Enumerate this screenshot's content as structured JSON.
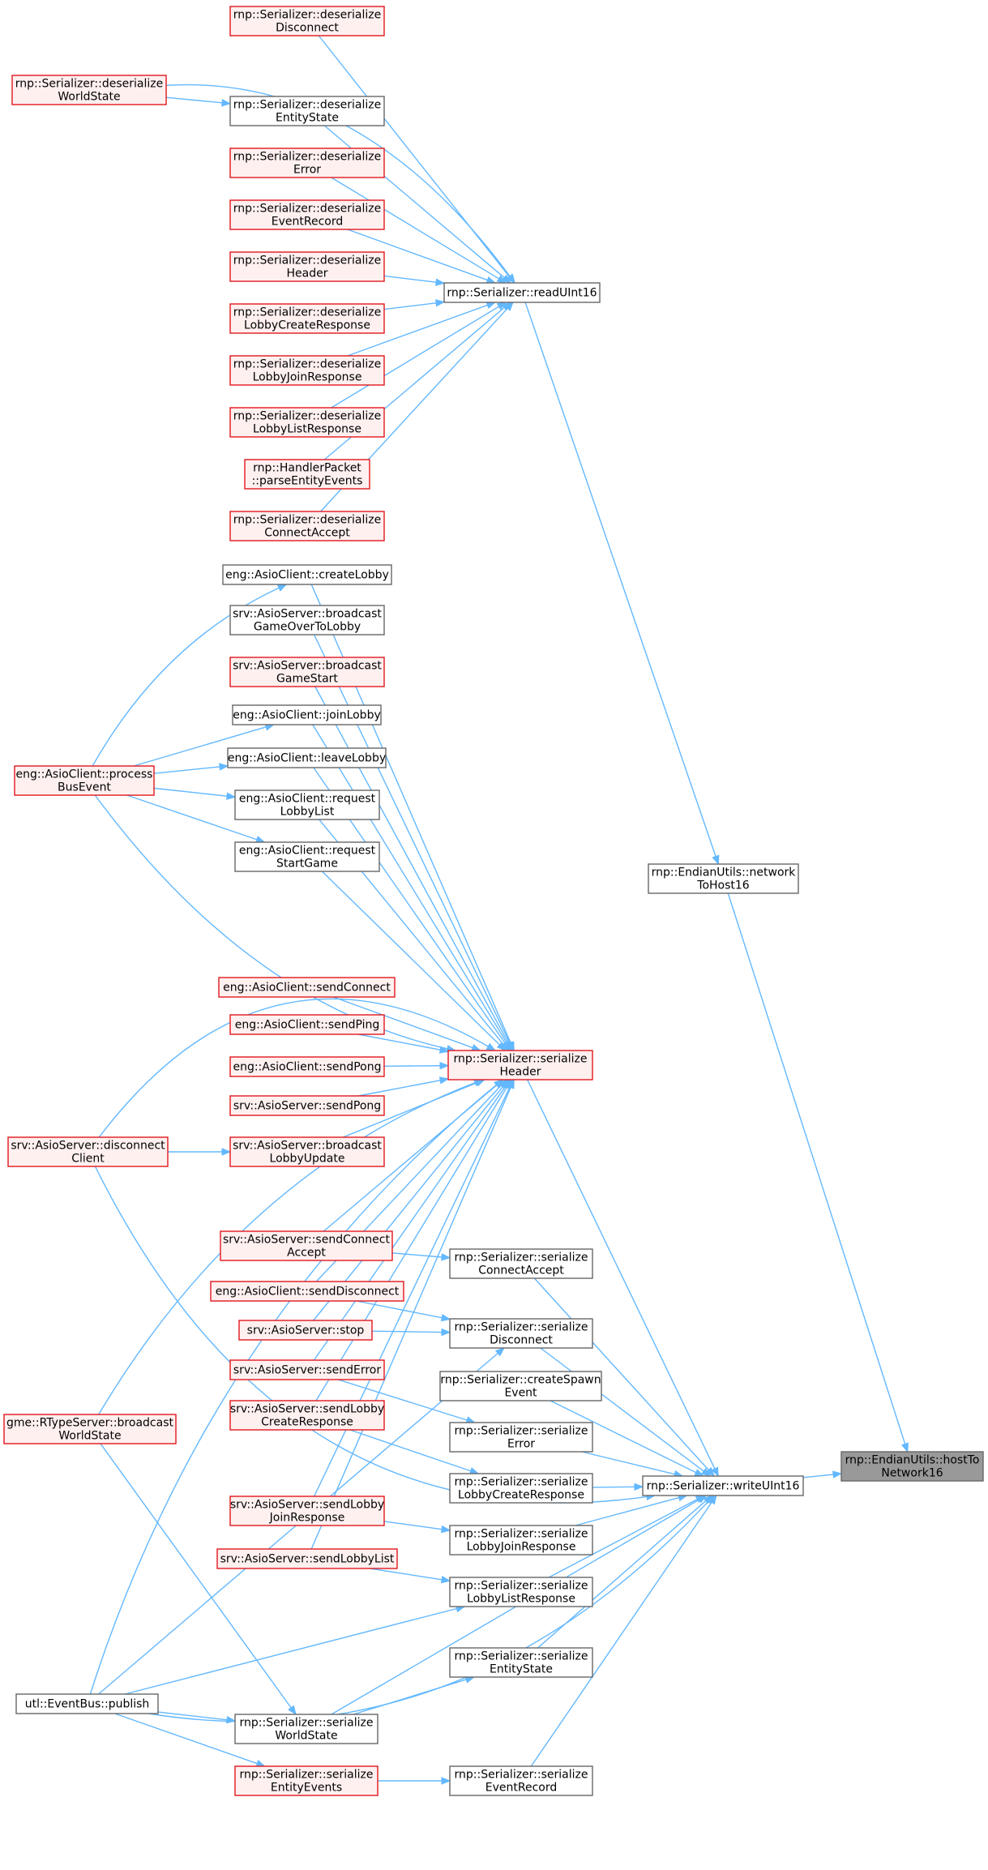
{
  "colors": {
    "edge": "#63b8ff",
    "node_red_border": "#e0181c",
    "node_red_fill": "#fff0f0",
    "node_plain_border": "#666666",
    "node_focus_fill": "#999999"
  },
  "nodes": [
    {
      "id": "host_to_network16",
      "lines": [
        "rnp::EndianUtils::hostTo",
        "Network16"
      ],
      "style": "focus"
    },
    {
      "id": "write_uint16",
      "lines": [
        "rnp::Serializer::writeUInt16"
      ],
      "style": "plain"
    },
    {
      "id": "network_to_host16",
      "lines": [
        "rnp::EndianUtils::network",
        "ToHost16"
      ],
      "style": "plain"
    },
    {
      "id": "read_uint16",
      "lines": [
        "rnp::Serializer::readUInt16"
      ],
      "style": "plain"
    },
    {
      "id": "serialize_header",
      "lines": [
        "rnp::Serializer::serialize",
        "Header"
      ],
      "style": "red"
    },
    {
      "id": "deser_disconnect",
      "lines": [
        "rnp::Serializer::deserialize",
        "Disconnect"
      ],
      "style": "red"
    },
    {
      "id": "deser_worldstate",
      "lines": [
        "rnp::Serializer::deserialize",
        "WorldState"
      ],
      "style": "red"
    },
    {
      "id": "deser_entitystate",
      "lines": [
        "rnp::Serializer::deserialize",
        "EntityState"
      ],
      "style": "plain"
    },
    {
      "id": "deser_error",
      "lines": [
        "rnp::Serializer::deserialize",
        "Error"
      ],
      "style": "red"
    },
    {
      "id": "deser_eventrecord",
      "lines": [
        "rnp::Serializer::deserialize",
        "EventRecord"
      ],
      "style": "red"
    },
    {
      "id": "deser_header",
      "lines": [
        "rnp::Serializer::deserialize",
        "Header"
      ],
      "style": "red"
    },
    {
      "id": "deser_lobbycreate",
      "lines": [
        "rnp::Serializer::deserialize",
        "LobbyCreateResponse"
      ],
      "style": "red"
    },
    {
      "id": "deser_lobbyjoin",
      "lines": [
        "rnp::Serializer::deserialize",
        "LobbyJoinResponse"
      ],
      "style": "red"
    },
    {
      "id": "deser_lobbylist",
      "lines": [
        "rnp::Serializer::deserialize",
        "LobbyListResponse"
      ],
      "style": "red"
    },
    {
      "id": "parse_entity_events",
      "lines": [
        "rnp::HandlerPacket",
        "::parseEntityEvents"
      ],
      "style": "red"
    },
    {
      "id": "deser_connectaccept",
      "lines": [
        "rnp::Serializer::deserialize",
        "ConnectAccept"
      ],
      "style": "red"
    },
    {
      "id": "create_lobby",
      "lines": [
        "eng::AsioClient::createLobby"
      ],
      "style": "plain"
    },
    {
      "id": "bc_gameover",
      "lines": [
        "srv::AsioServer::broadcast",
        "GameOverToLobby"
      ],
      "style": "plain"
    },
    {
      "id": "bc_gamestart",
      "lines": [
        "srv::AsioServer::broadcast",
        "GameStart"
      ],
      "style": "red"
    },
    {
      "id": "join_lobby",
      "lines": [
        "eng::AsioClient::joinLobby"
      ],
      "style": "plain"
    },
    {
      "id": "leave_lobby",
      "lines": [
        "eng::AsioClient::leaveLobby"
      ],
      "style": "plain"
    },
    {
      "id": "process_bus_event",
      "lines": [
        "eng::AsioClient::process",
        "BusEvent"
      ],
      "style": "red"
    },
    {
      "id": "req_lobbylist",
      "lines": [
        "eng::AsioClient::request",
        "LobbyList"
      ],
      "style": "plain"
    },
    {
      "id": "req_startgame",
      "lines": [
        "eng::AsioClient::request",
        "StartGame"
      ],
      "style": "plain"
    },
    {
      "id": "send_connect",
      "lines": [
        "eng::AsioClient::sendConnect"
      ],
      "style": "red"
    },
    {
      "id": "send_ping",
      "lines": [
        "eng::AsioClient::sendPing"
      ],
      "style": "red"
    },
    {
      "id": "cl_send_pong",
      "lines": [
        "eng::AsioClient::sendPong"
      ],
      "style": "red"
    },
    {
      "id": "sv_send_pong",
      "lines": [
        "srv::AsioServer::sendPong"
      ],
      "style": "red"
    },
    {
      "id": "disconnect_client",
      "lines": [
        "srv::AsioServer::disconnect",
        "Client"
      ],
      "style": "red"
    },
    {
      "id": "bc_lobbyupdate",
      "lines": [
        "srv::AsioServer::broadcast",
        "LobbyUpdate"
      ],
      "style": "red"
    },
    {
      "id": "send_connect_accept",
      "lines": [
        "srv::AsioServer::sendConnect",
        "Accept"
      ],
      "style": "red"
    },
    {
      "id": "send_disconnect",
      "lines": [
        "eng::AsioClient::sendDisconnect"
      ],
      "style": "red"
    },
    {
      "id": "sv_stop",
      "lines": [
        "srv::AsioServer::stop"
      ],
      "style": "red"
    },
    {
      "id": "send_error",
      "lines": [
        "srv::AsioServer::sendError"
      ],
      "style": "red"
    },
    {
      "id": "send_lobby_create",
      "lines": [
        "srv::AsioServer::sendLobby",
        "CreateResponse"
      ],
      "style": "red"
    },
    {
      "id": "gme_bc_worldstate",
      "lines": [
        "gme::RTypeServer::broadcast",
        "WorldState"
      ],
      "style": "red"
    },
    {
      "id": "send_lobby_join",
      "lines": [
        "srv::AsioServer::sendLobby",
        "JoinResponse"
      ],
      "style": "red"
    },
    {
      "id": "send_lobby_list",
      "lines": [
        "srv::AsioServer::sendLobbyList"
      ],
      "style": "red"
    },
    {
      "id": "ser_connectaccept",
      "lines": [
        "rnp::Serializer::serialize",
        "ConnectAccept"
      ],
      "style": "plain"
    },
    {
      "id": "ser_disconnect",
      "lines": [
        "rnp::Serializer::serialize",
        "Disconnect"
      ],
      "style": "plain"
    },
    {
      "id": "create_spawn_event",
      "lines": [
        "rnp::Serializer::createSpawn",
        "Event"
      ],
      "style": "plain"
    },
    {
      "id": "ser_error",
      "lines": [
        "rnp::Serializer::serialize",
        "Error"
      ],
      "style": "plain"
    },
    {
      "id": "ser_lobbycreate",
      "lines": [
        "rnp::Serializer::serialize",
        "LobbyCreateResponse"
      ],
      "style": "plain"
    },
    {
      "id": "ser_lobbyjoin",
      "lines": [
        "rnp::Serializer::serialize",
        "LobbyJoinResponse"
      ],
      "style": "plain"
    },
    {
      "id": "ser_lobbylist",
      "lines": [
        "rnp::Serializer::serialize",
        "LobbyListResponse"
      ],
      "style": "plain"
    },
    {
      "id": "ser_entitystate",
      "lines": [
        "rnp::Serializer::serialize",
        "EntityState"
      ],
      "style": "plain"
    },
    {
      "id": "utl_publish",
      "lines": [
        "utl::EventBus::publish"
      ],
      "style": "plain"
    },
    {
      "id": "ser_worldstate",
      "lines": [
        "rnp::Serializer::serialize",
        "WorldState"
      ],
      "style": "plain"
    },
    {
      "id": "ser_entityevents",
      "lines": [
        "rnp::Serializer::serialize",
        "EntityEvents"
      ],
      "style": "red"
    },
    {
      "id": "ser_eventrecord",
      "lines": [
        "rnp::Serializer::serialize",
        "EventRecord"
      ],
      "style": "plain"
    }
  ],
  "edges": [
    [
      "write_uint16",
      "host_to_network16"
    ],
    [
      "network_to_host16",
      "host_to_network16"
    ],
    [
      "read_uint16",
      "network_to_host16"
    ],
    [
      "deser_disconnect",
      "read_uint16"
    ],
    [
      "deser_worldstate",
      "read_uint16"
    ],
    [
      "deser_worldstate",
      "deser_entitystate"
    ],
    [
      "deser_entitystate",
      "read_uint16"
    ],
    [
      "deser_error",
      "read_uint16"
    ],
    [
      "deser_eventrecord",
      "read_uint16"
    ],
    [
      "deser_header",
      "read_uint16"
    ],
    [
      "deser_lobbycreate",
      "read_uint16"
    ],
    [
      "deser_lobbyjoin",
      "read_uint16"
    ],
    [
      "deser_lobbylist",
      "read_uint16"
    ],
    [
      "parse_entity_events",
      "read_uint16"
    ],
    [
      "deser_connectaccept",
      "read_uint16"
    ],
    [
      "serialize_header",
      "write_uint16"
    ],
    [
      "create_lobby",
      "serialize_header"
    ],
    [
      "bc_gameover",
      "serialize_header"
    ],
    [
      "bc_gamestart",
      "serialize_header"
    ],
    [
      "join_lobby",
      "serialize_header"
    ],
    [
      "leave_lobby",
      "serialize_header"
    ],
    [
      "req_lobbylist",
      "serialize_header"
    ],
    [
      "req_startgame",
      "serialize_header"
    ],
    [
      "process_bus_event",
      "create_lobby"
    ],
    [
      "process_bus_event",
      "join_lobby"
    ],
    [
      "process_bus_event",
      "leave_lobby"
    ],
    [
      "process_bus_event",
      "req_lobbylist"
    ],
    [
      "process_bus_event",
      "req_startgame"
    ],
    [
      "process_bus_event",
      "serialize_header"
    ],
    [
      "send_connect",
      "serialize_header"
    ],
    [
      "send_ping",
      "serialize_header"
    ],
    [
      "cl_send_pong",
      "serialize_header"
    ],
    [
      "sv_send_pong",
      "serialize_header"
    ],
    [
      "disconnect_client",
      "serialize_header"
    ],
    [
      "disconnect_client",
      "bc_lobbyupdate"
    ],
    [
      "disconnect_client",
      "write_uint16"
    ],
    [
      "bc_lobbyupdate",
      "serialize_header"
    ],
    [
      "send_connect_accept",
      "serialize_header"
    ],
    [
      "send_connect_accept",
      "ser_connectaccept"
    ],
    [
      "send_disconnect",
      "serialize_header"
    ],
    [
      "send_disconnect",
      "ser_disconnect"
    ],
    [
      "sv_stop",
      "serialize_header"
    ],
    [
      "sv_stop",
      "ser_disconnect"
    ],
    [
      "send_error",
      "serialize_header"
    ],
    [
      "send_error",
      "ser_error"
    ],
    [
      "send_lobby_create",
      "serialize_header"
    ],
    [
      "send_lobby_create",
      "ser_lobbycreate"
    ],
    [
      "gme_bc_worldstate",
      "serialize_header"
    ],
    [
      "gme_bc_worldstate",
      "ser_worldstate"
    ],
    [
      "send_lobby_join",
      "serialize_header"
    ],
    [
      "send_lobby_join",
      "ser_lobbyjoin"
    ],
    [
      "send_lobby_list",
      "serialize_header"
    ],
    [
      "send_lobby_list",
      "ser_lobbylist"
    ],
    [
      "ser_connectaccept",
      "write_uint16"
    ],
    [
      "ser_disconnect",
      "write_uint16"
    ],
    [
      "create_spawn_event",
      "write_uint16"
    ],
    [
      "ser_error",
      "write_uint16"
    ],
    [
      "ser_lobbycreate",
      "write_uint16"
    ],
    [
      "ser_lobbyjoin",
      "write_uint16"
    ],
    [
      "ser_lobbylist",
      "write_uint16"
    ],
    [
      "ser_entitystate",
      "write_uint16"
    ],
    [
      "ser_worldstate",
      "ser_entitystate"
    ],
    [
      "ser_worldstate",
      "write_uint16"
    ],
    [
      "ser_entityevents",
      "ser_eventrecord"
    ],
    [
      "ser_eventrecord",
      "write_uint16"
    ],
    [
      "utl_publish",
      "serialize_header"
    ],
    [
      "utl_publish",
      "ser_disconnect"
    ],
    [
      "utl_publish",
      "ser_lobbylist"
    ],
    [
      "utl_publish",
      "ser_worldstate"
    ],
    [
      "utl_publish",
      "ser_entityevents"
    ],
    [
      "utl_publish",
      "write_uint16"
    ]
  ]
}
